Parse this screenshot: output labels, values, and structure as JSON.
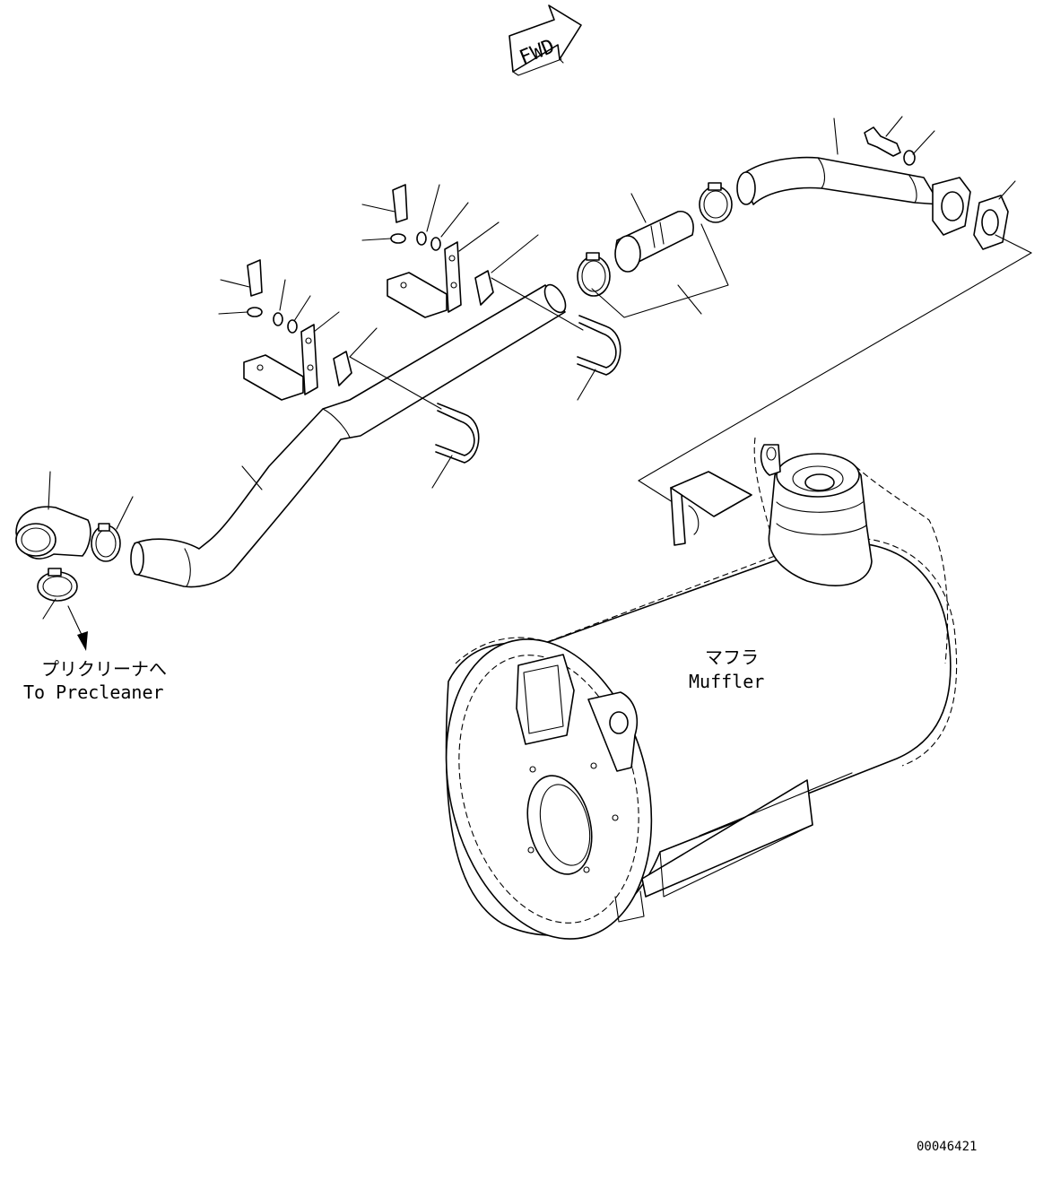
{
  "fwd_label": "FWD",
  "precleaner_label_jp": "プリクリーナへ",
  "precleaner_label_en": "To Precleaner",
  "muffler_label_jp": "マフラ",
  "muffler_label_en": "Muffler",
  "drawing_number": "00046421"
}
